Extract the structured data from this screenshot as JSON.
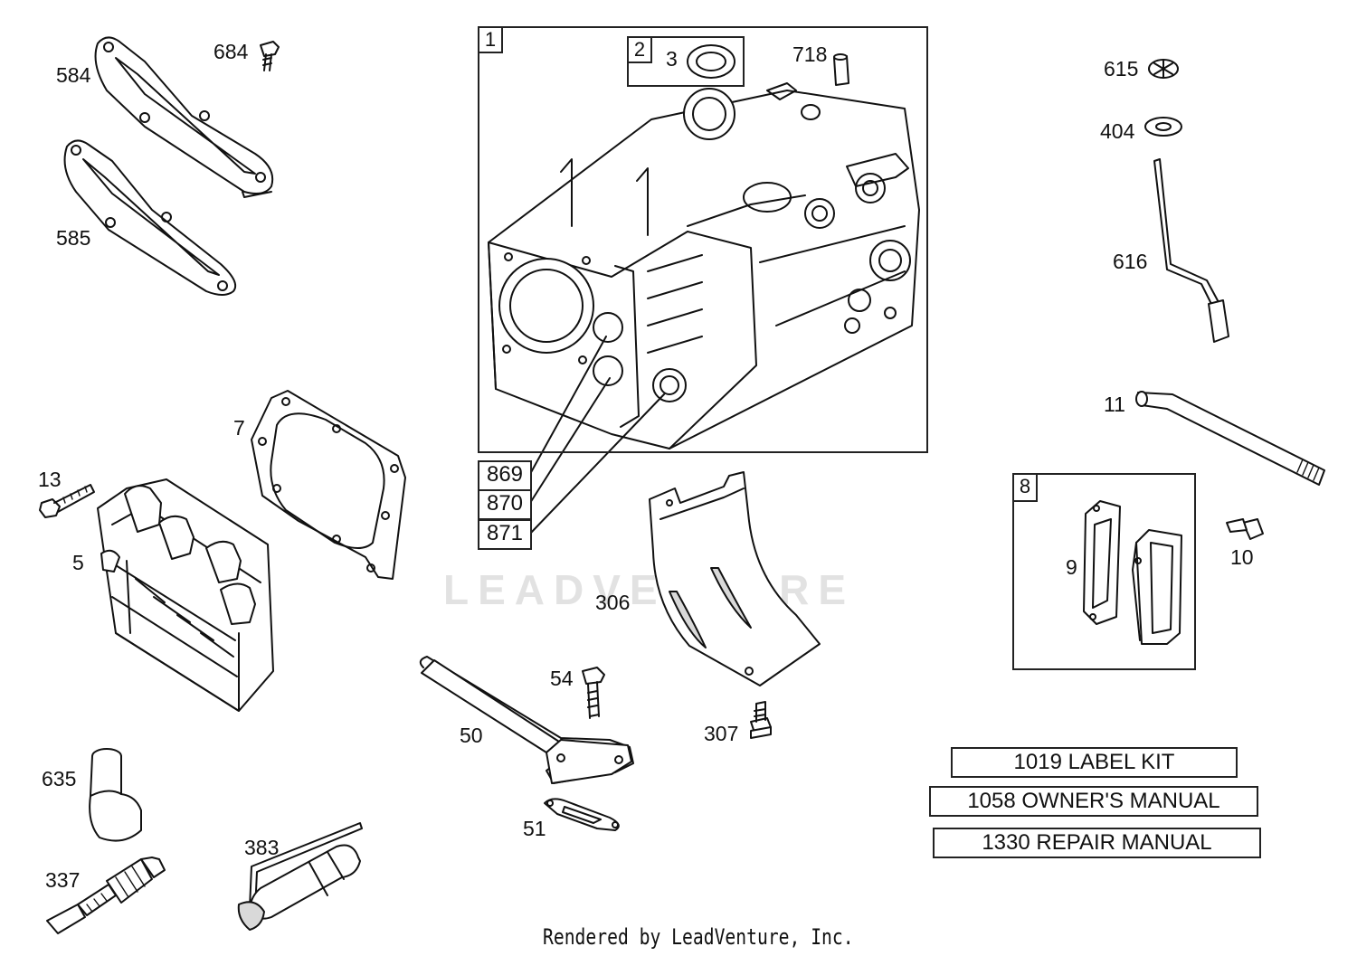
{
  "callouts": {
    "c584": "584",
    "c684": "684",
    "c585": "585",
    "c7": "7",
    "c13": "13",
    "c5": "5",
    "c635": "635",
    "c337": "337",
    "c383": "383",
    "c1": "1",
    "c2": "2",
    "c3": "3",
    "c718": "718",
    "c869": "869",
    "c870": "870",
    "c871": "871",
    "c306": "306",
    "c54": "54",
    "c50": "50",
    "c51": "51",
    "c307": "307",
    "c615": "615",
    "c404": "404",
    "c616": "616",
    "c11": "11",
    "c8": "8",
    "c9": "9",
    "c10": "10"
  },
  "kits": {
    "label_kit": "1019 LABEL KIT",
    "owners_manual": "1058 OWNER'S MANUAL",
    "repair_manual": "1330 REPAIR MANUAL"
  },
  "watermark": "LEADVENTURE",
  "footer": "Rendered by LeadVenture, Inc."
}
